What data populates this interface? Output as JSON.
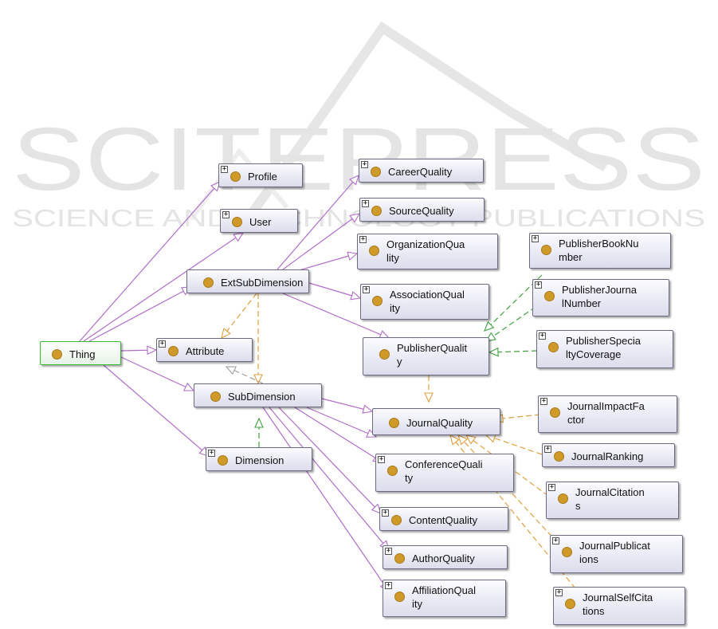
{
  "watermark": {
    "top": "SCITEPRESS",
    "bottom": "SCIENCE AND TECHNOLOGY PUBLICATIONS"
  },
  "colors": {
    "subclass": "#b06ec8",
    "property": "#e0a040",
    "green": "#40a040",
    "gray": "#a0a0a0",
    "node_dot": "#cf9a2a"
  },
  "nodes": {
    "thing": "Thing",
    "profile": "Profile",
    "user": "User",
    "extsub": "ExtSubDimension",
    "attribute": "Attribute",
    "subdim": "SubDimension",
    "dimension": "Dimension",
    "career": "CareerQuality",
    "source": "SourceQuality",
    "org": "OrganizationQua\nlity",
    "assoc": "AssociationQual\nity",
    "publisherq": "PublisherQualit\ny",
    "pbook": "PublisherBookNu\nmber",
    "pjournal": "PublisherJourna\nlNumber",
    "pspec": "PublisherSpecia\nltyCoverage",
    "journalq": "JournalQuality",
    "jif": "JournalImpactFa\nctor",
    "jrank": "JournalRanking",
    "jcit": "JournalCitation\ns",
    "jpub": "JournalPublicat\nions",
    "jself": "JournalSelfCita\ntions",
    "conf": "ConferenceQuali\nty",
    "content": "ContentQuality",
    "author": "AuthorQuality",
    "affil": "AffiliationQual\nity"
  }
}
